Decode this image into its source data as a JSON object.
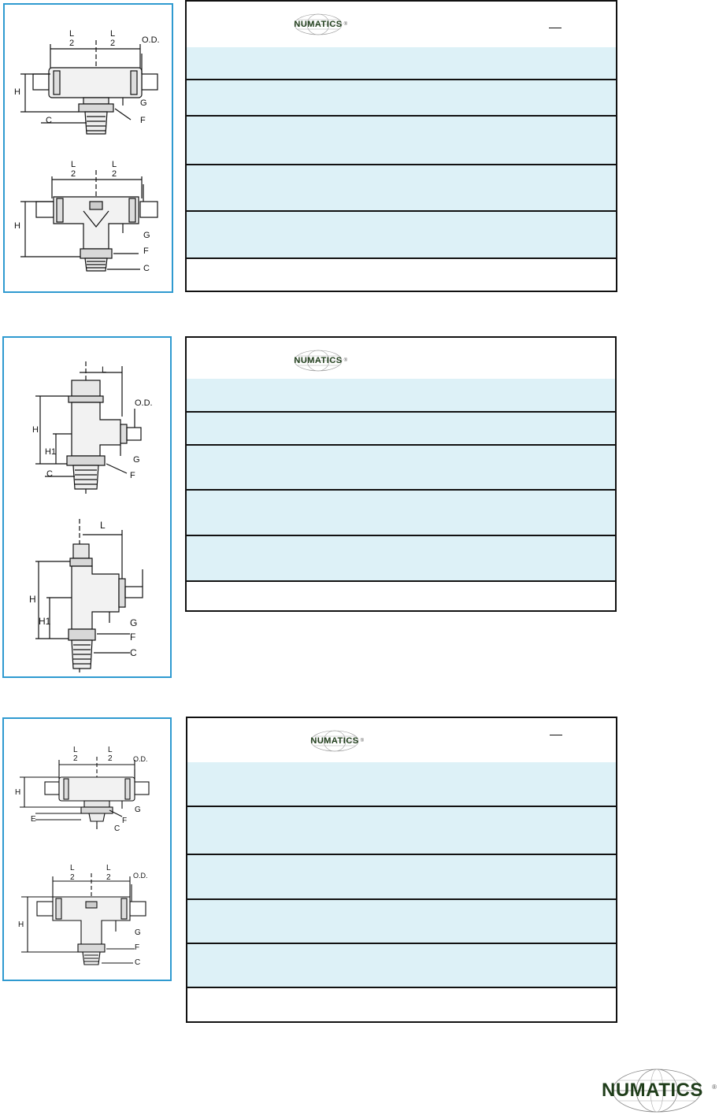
{
  "colors": {
    "frame": "#2f9ad0",
    "row_fill": "#ddf1f7",
    "rule": "#111111",
    "brand": "#1f3d1a"
  },
  "brand": {
    "name": "NUMATICS",
    "mark": "®"
  },
  "sections": [
    {
      "diagram_labels": {
        "half": "2",
        "L": "L",
        "od": "O.D.",
        "H": "H",
        "G": "G",
        "F": "F",
        "C": "C"
      }
    },
    {
      "diagram_labels": {
        "L": "L",
        "od": "O.D.",
        "H": "H",
        "H1": "H1",
        "G": "G",
        "F": "F",
        "C": "C"
      }
    },
    {
      "diagram_labels": {
        "half": "2",
        "L": "L",
        "od": "O.D.",
        "H": "H",
        "E": "E",
        "G": "G",
        "F": "F",
        "C": "C"
      }
    }
  ],
  "footer": {
    "logo_text": "NUMATICS",
    "logo_mark": "®"
  }
}
